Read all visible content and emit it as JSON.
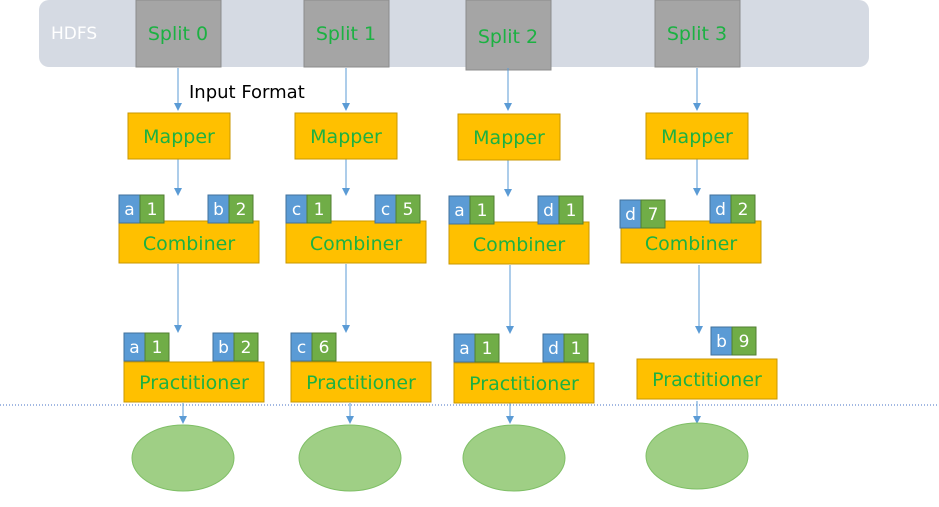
{
  "hdfs": {
    "label": "HDFS"
  },
  "input_format_label": "Input Format",
  "colors": {
    "hdfs_bar": "#d5dae3",
    "split_fill": "#a5a5a5",
    "label_green": "#1cb142",
    "stage_fill": "#ffc000",
    "stage_border": "#c99700",
    "key_blue": "#5b9bd5",
    "value_green": "#70ad47",
    "ellipse_fill": "#9fcf85",
    "arrow": "#5b9bd5",
    "divider": "#4472c4"
  },
  "columns": [
    {
      "split": "Split 0",
      "mapper": "Mapper",
      "combiner": "Combiner",
      "practitioner": "Practitioner",
      "combiner_pairs": [
        {
          "k": "a",
          "v": "1"
        },
        {
          "k": "b",
          "v": "2"
        }
      ],
      "practitioner_pairs": [
        {
          "k": "a",
          "v": "1"
        },
        {
          "k": "b",
          "v": "2"
        }
      ]
    },
    {
      "split": "Split 1",
      "mapper": "Mapper",
      "combiner": "Combiner",
      "practitioner": "Practitioner",
      "combiner_pairs": [
        {
          "k": "c",
          "v": "1"
        },
        {
          "k": "c",
          "v": "5"
        }
      ],
      "practitioner_pairs": [
        {
          "k": "c",
          "v": "6"
        }
      ]
    },
    {
      "split": "Split 2",
      "mapper": "Mapper",
      "combiner": "Combiner",
      "practitioner": "Practitioner",
      "combiner_pairs": [
        {
          "k": "a",
          "v": "1"
        },
        {
          "k": "d",
          "v": "1"
        }
      ],
      "practitioner_pairs": [
        {
          "k": "a",
          "v": "1"
        },
        {
          "k": "d",
          "v": "1"
        }
      ]
    },
    {
      "split": "Split 3",
      "mapper": "Mapper",
      "combiner": "Combiner",
      "practitioner": "Practitioner",
      "combiner_pairs": [
        {
          "k": "d",
          "v": "7"
        },
        {
          "k": "d",
          "v": "2"
        }
      ],
      "practitioner_pairs": [
        {
          "k": "b",
          "v": "9"
        }
      ]
    }
  ]
}
